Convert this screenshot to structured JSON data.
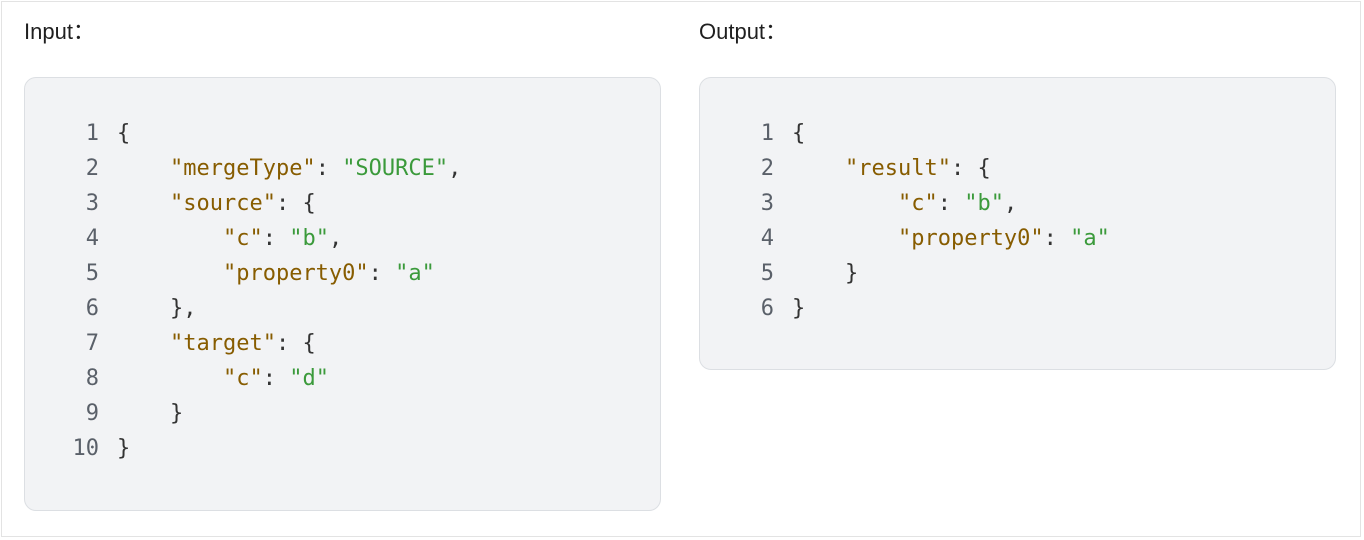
{
  "input": {
    "title": "Input：",
    "lines": [
      {
        "n": "1",
        "indent": "",
        "key": "",
        "sep": "{",
        "value": "",
        "tail": ""
      },
      {
        "n": "2",
        "indent": "    ",
        "key": "\"mergeType\"",
        "sep": ": ",
        "value": "\"SOURCE\"",
        "tail": ","
      },
      {
        "n": "3",
        "indent": "    ",
        "key": "\"source\"",
        "sep": ": {",
        "value": "",
        "tail": ""
      },
      {
        "n": "4",
        "indent": "        ",
        "key": "\"c\"",
        "sep": ": ",
        "value": "\"b\"",
        "tail": ","
      },
      {
        "n": "5",
        "indent": "        ",
        "key": "\"property0\"",
        "sep": ": ",
        "value": "\"a\"",
        "tail": ""
      },
      {
        "n": "6",
        "indent": "    ",
        "key": "",
        "sep": "},",
        "value": "",
        "tail": ""
      },
      {
        "n": "7",
        "indent": "    ",
        "key": "\"target\"",
        "sep": ": {",
        "value": "",
        "tail": ""
      },
      {
        "n": "8",
        "indent": "        ",
        "key": "\"c\"",
        "sep": ": ",
        "value": "\"d\"",
        "tail": ""
      },
      {
        "n": "9",
        "indent": "    ",
        "key": "",
        "sep": "}",
        "value": "",
        "tail": ""
      },
      {
        "n": "10",
        "indent": "",
        "key": "",
        "sep": "}",
        "value": "",
        "tail": ""
      }
    ]
  },
  "output": {
    "title": "Output：",
    "lines": [
      {
        "n": "1",
        "indent": "",
        "key": "",
        "sep": "{",
        "value": "",
        "tail": ""
      },
      {
        "n": "2",
        "indent": "    ",
        "key": "\"result\"",
        "sep": ": {",
        "value": "",
        "tail": ""
      },
      {
        "n": "3",
        "indent": "        ",
        "key": "\"c\"",
        "sep": ": ",
        "value": "\"b\"",
        "tail": ","
      },
      {
        "n": "4",
        "indent": "        ",
        "key": "\"property0\"",
        "sep": ": ",
        "value": "\"a\"",
        "tail": ""
      },
      {
        "n": "5",
        "indent": "    ",
        "key": "",
        "sep": "}",
        "value": "",
        "tail": ""
      },
      {
        "n": "6",
        "indent": "",
        "key": "",
        "sep": "}",
        "value": "",
        "tail": ""
      }
    ]
  },
  "colors": {
    "key": "#875c00",
    "string": "#3b9a3b",
    "punctuation": "#333333",
    "line_number": "#5a6069",
    "panel_bg": "#f2f3f5"
  }
}
